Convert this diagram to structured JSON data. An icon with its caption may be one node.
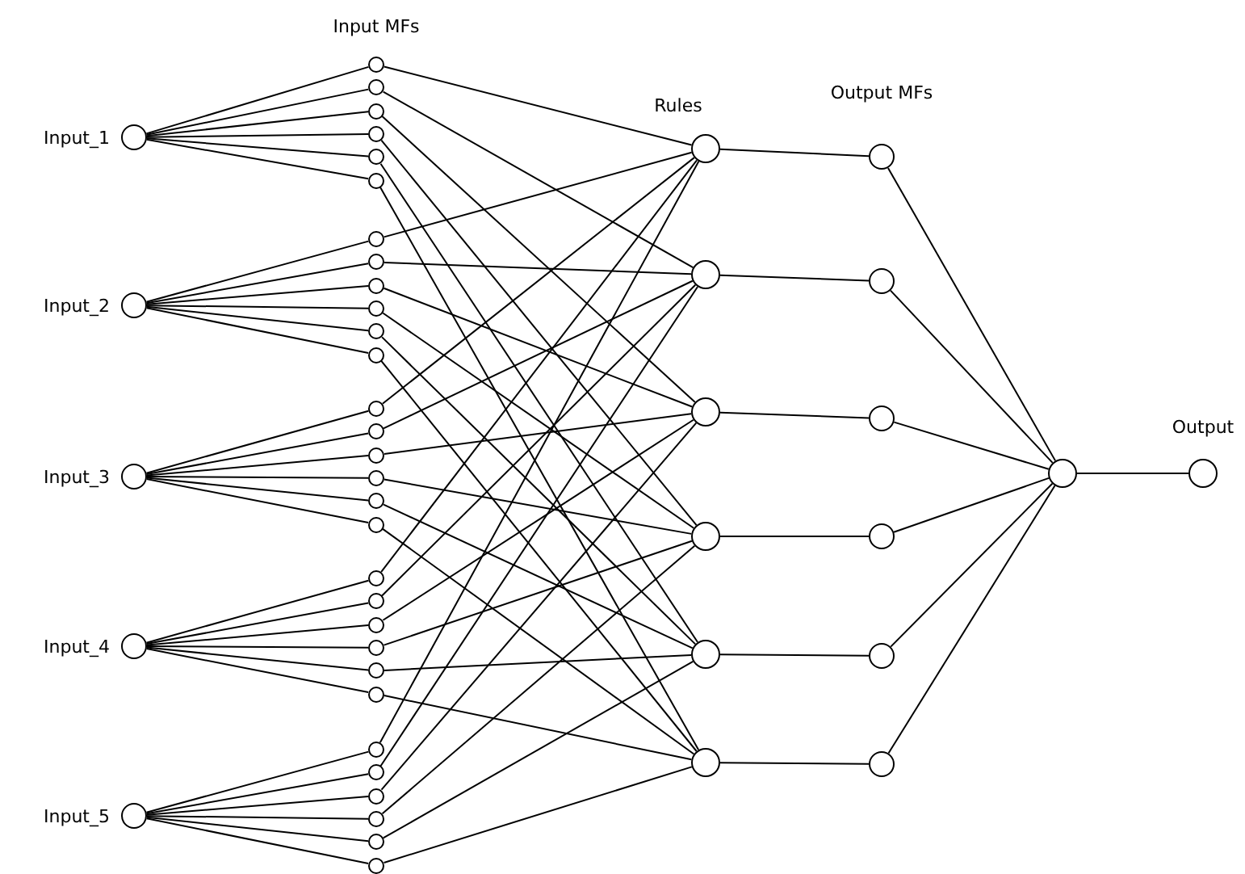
{
  "diagram": {
    "nodes": [
      {
        "text": [],
        "shape": "circle",
        "beside": [
          "Input_1"
        ]
      },
      {
        "text": [],
        "shape": "circle",
        "beside": [
          "Input_2"
        ]
      },
      {
        "text": [],
        "shape": "circle",
        "beside": [
          "Input_3"
        ]
      },
      {
        "text": [],
        "shape": "circle",
        "beside": [
          "Input_4"
        ]
      },
      {
        "text": [],
        "shape": "circle",
        "beside": [
          "Input_5"
        ]
      },
      {
        "text": [],
        "shape": "circle"
      },
      {
        "text": [],
        "shape": "circle"
      },
      {
        "text": [],
        "shape": "circle"
      },
      {
        "text": [],
        "shape": "circle"
      },
      {
        "text": [],
        "shape": "circle"
      },
      {
        "text": [],
        "shape": "circle"
      },
      {
        "text": [],
        "shape": "circle"
      },
      {
        "text": [],
        "shape": "circle"
      },
      {
        "text": [],
        "shape": "circle"
      },
      {
        "text": [],
        "shape": "circle"
      },
      {
        "text": [],
        "shape": "circle"
      },
      {
        "text": [],
        "shape": "circle"
      },
      {
        "text": [],
        "shape": "circle"
      },
      {
        "text": [],
        "shape": "circle"
      },
      {
        "text": [],
        "shape": "circle"
      },
      {
        "text": [],
        "shape": "circle"
      },
      {
        "text": [],
        "shape": "circle"
      },
      {
        "text": [],
        "shape": "circle"
      },
      {
        "text": [],
        "shape": "circle"
      },
      {
        "text": [],
        "shape": "circle"
      },
      {
        "text": [],
        "shape": "circle"
      },
      {
        "text": [],
        "shape": "circle"
      },
      {
        "text": [],
        "shape": "circle"
      },
      {
        "text": [],
        "shape": "circle"
      },
      {
        "text": [],
        "shape": "circle"
      },
      {
        "text": [],
        "shape": "circle"
      },
      {
        "text": [],
        "shape": "circle"
      },
      {
        "text": [],
        "shape": "circle"
      },
      {
        "text": [],
        "shape": "circle"
      },
      {
        "text": [],
        "shape": "circle"
      },
      {
        "text": [],
        "shape": "circle"
      },
      {
        "text": [],
        "shape": "circle"
      },
      {
        "text": [],
        "shape": "circle"
      },
      {
        "text": [],
        "shape": "circle"
      },
      {
        "text": [],
        "shape": "circle"
      },
      {
        "text": [],
        "shape": "circle"
      },
      {
        "text": [],
        "shape": "circle"
      },
      {
        "text": [],
        "shape": "circle"
      },
      {
        "text": [],
        "shape": "circle"
      },
      {
        "text": [],
        "shape": "circle"
      },
      {
        "text": [],
        "shape": "circle"
      },
      {
        "text": [],
        "shape": "circle"
      },
      {
        "text": [],
        "shape": "circle"
      },
      {
        "text": [],
        "shape": "circle",
        "beside": [
          "Output"
        ]
      }
    ],
    "edges": [
      {
        "from": 0,
        "to": 5,
        "arrow": "none"
      },
      {
        "from": 0,
        "to": 6,
        "arrow": "none"
      },
      {
        "from": 0,
        "to": 7,
        "arrow": "none"
      },
      {
        "from": 0,
        "to": 8,
        "arrow": "none"
      },
      {
        "from": 0,
        "to": 9,
        "arrow": "none"
      },
      {
        "from": 0,
        "to": 10,
        "arrow": "none"
      },
      {
        "from": 1,
        "to": 11,
        "arrow": "none"
      },
      {
        "from": 1,
        "to": 12,
        "arrow": "none"
      },
      {
        "from": 1,
        "to": 13,
        "arrow": "none"
      },
      {
        "from": 1,
        "to": 14,
        "arrow": "none"
      },
      {
        "from": 1,
        "to": 15,
        "arrow": "none"
      },
      {
        "from": 1,
        "to": 16,
        "arrow": "none"
      },
      {
        "from": 2,
        "to": 17,
        "arrow": "none"
      },
      {
        "from": 2,
        "to": 18,
        "arrow": "none"
      },
      {
        "from": 2,
        "to": 19,
        "arrow": "none"
      },
      {
        "from": 2,
        "to": 20,
        "arrow": "none"
      },
      {
        "from": 2,
        "to": 21,
        "arrow": "none"
      },
      {
        "from": 2,
        "to": 22,
        "arrow": "none"
      },
      {
        "from": 3,
        "to": 23,
        "arrow": "none"
      },
      {
        "from": 3,
        "to": 24,
        "arrow": "none"
      },
      {
        "from": 3,
        "to": 25,
        "arrow": "none"
      },
      {
        "from": 3,
        "to": 26,
        "arrow": "none"
      },
      {
        "from": 3,
        "to": 27,
        "arrow": "none"
      },
      {
        "from": 3,
        "to": 28,
        "arrow": "none"
      },
      {
        "from": 4,
        "to": 29,
        "arrow": "none"
      },
      {
        "from": 4,
        "to": 30,
        "arrow": "none"
      },
      {
        "from": 4,
        "to": 31,
        "arrow": "none"
      },
      {
        "from": 4,
        "to": 32,
        "arrow": "none"
      },
      {
        "from": 4,
        "to": 33,
        "arrow": "none"
      },
      {
        "from": 4,
        "to": 34,
        "arrow": "none"
      },
      {
        "from": 5,
        "to": 35,
        "arrow": "none"
      },
      {
        "from": 6,
        "to": 36,
        "arrow": "none"
      },
      {
        "from": 7,
        "to": 37,
        "arrow": "none"
      },
      {
        "from": 8,
        "to": 38,
        "arrow": "none"
      },
      {
        "from": 9,
        "to": 39,
        "arrow": "none"
      },
      {
        "from": 10,
        "to": 40,
        "arrow": "none"
      },
      {
        "from": 11,
        "to": 35,
        "arrow": "none"
      },
      {
        "from": 12,
        "to": 36,
        "arrow": "none"
      },
      {
        "from": 13,
        "to": 37,
        "arrow": "none"
      },
      {
        "from": 14,
        "to": 38,
        "arrow": "none"
      },
      {
        "from": 15,
        "to": 39,
        "arrow": "none"
      },
      {
        "from": 16,
        "to": 40,
        "arrow": "none"
      },
      {
        "from": 17,
        "to": 35,
        "arrow": "none"
      },
      {
        "from": 18,
        "to": 36,
        "arrow": "none"
      },
      {
        "from": 19,
        "to": 37,
        "arrow": "none"
      },
      {
        "from": 20,
        "to": 38,
        "arrow": "none"
      },
      {
        "from": 21,
        "to": 39,
        "arrow": "none"
      },
      {
        "from": 22,
        "to": 40,
        "arrow": "none"
      },
      {
        "from": 23,
        "to": 35,
        "arrow": "none"
      },
      {
        "from": 24,
        "to": 36,
        "arrow": "none"
      },
      {
        "from": 25,
        "to": 37,
        "arrow": "none"
      },
      {
        "from": 26,
        "to": 38,
        "arrow": "none"
      },
      {
        "from": 27,
        "to": 39,
        "arrow": "none"
      },
      {
        "from": 28,
        "to": 40,
        "arrow": "none"
      },
      {
        "from": 29,
        "to": 35,
        "arrow": "none"
      },
      {
        "from": 30,
        "to": 36,
        "arrow": "none"
      },
      {
        "from": 31,
        "to": 37,
        "arrow": "none"
      },
      {
        "from": 32,
        "to": 38,
        "arrow": "none"
      },
      {
        "from": 33,
        "to": 39,
        "arrow": "none"
      },
      {
        "from": 34,
        "to": 40,
        "arrow": "none"
      },
      {
        "from": 35,
        "to": 41,
        "arrow": "none"
      },
      {
        "from": 36,
        "to": 42,
        "arrow": "none"
      },
      {
        "from": 37,
        "to": 43,
        "arrow": "none"
      },
      {
        "from": 38,
        "to": 44,
        "arrow": "none"
      },
      {
        "from": 39,
        "to": 45,
        "arrow": "none"
      },
      {
        "from": 40,
        "to": 46,
        "arrow": "none"
      },
      {
        "from": 41,
        "to": 47,
        "arrow": "none"
      },
      {
        "from": 42,
        "to": 47,
        "arrow": "none"
      },
      {
        "from": 43,
        "to": 47,
        "arrow": "none"
      },
      {
        "from": 44,
        "to": 47,
        "arrow": "none"
      },
      {
        "from": 45,
        "to": 47,
        "arrow": "none"
      },
      {
        "from": 46,
        "to": 47,
        "arrow": "none"
      },
      {
        "from": 47,
        "to": 48,
        "arrow": "none"
      }
    ],
    "labels": [
      "Input MFs",
      "Rules",
      "Output MFs"
    ]
  }
}
